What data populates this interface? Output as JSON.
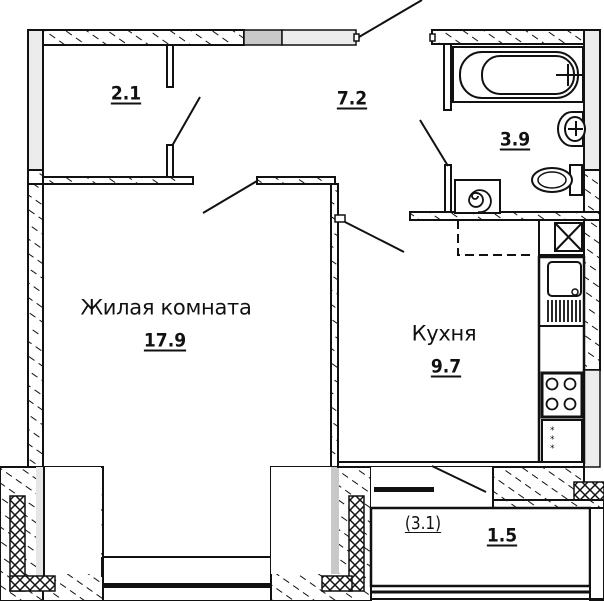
{
  "plan": {
    "type": "apartment-floor-plan",
    "rooms": [
      {
        "id": "storage",
        "name": "",
        "area": "2.1"
      },
      {
        "id": "hallway",
        "name": "",
        "area": "7.2"
      },
      {
        "id": "bathroom",
        "name": "",
        "area": "3.9"
      },
      {
        "id": "living-room",
        "name": "Жилая комната",
        "area": "17.9"
      },
      {
        "id": "kitchen",
        "name": "Кухня",
        "area": "9.7"
      },
      {
        "id": "balcony",
        "name": "",
        "area": "1.5",
        "area_full": "(3.1)"
      }
    ],
    "fixtures": [
      "bathtub",
      "washbasin",
      "toilet",
      "washing-machine",
      "kitchen-sink",
      "stove",
      "fridge",
      "ventilation-shaft"
    ],
    "colors": {
      "wall_line": "#111111",
      "hatch": "#111111",
      "window_fill": "#e6e6e6",
      "window_fill_dark": "#c8c8c8",
      "background": "#ffffff"
    }
  }
}
